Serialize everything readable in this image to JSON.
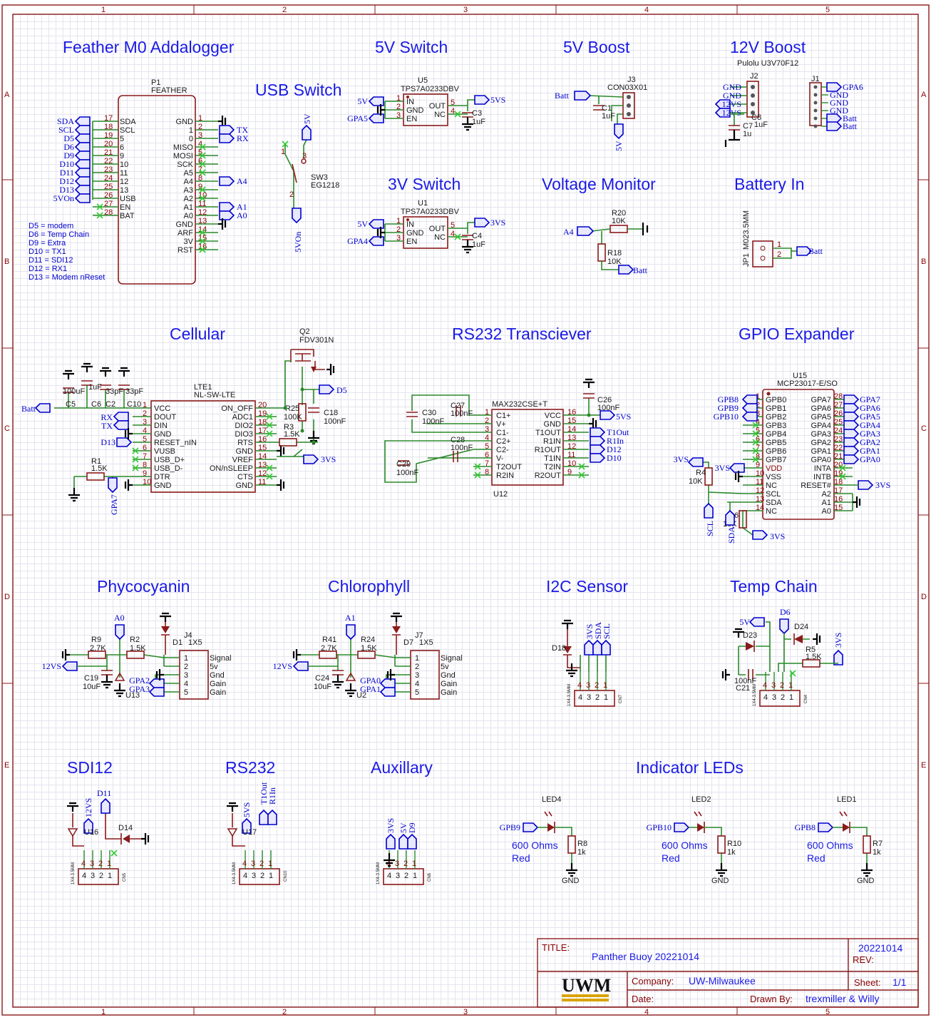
{
  "border": {
    "columns": [
      "1",
      "2",
      "3",
      "4",
      "5"
    ],
    "rows": [
      "A",
      "B",
      "C",
      "D",
      "E"
    ]
  },
  "sections": {
    "feather": "Feather M0 Addalogger",
    "usb_switch": "USB Switch",
    "sw5v": "5V Switch",
    "boost5v": "5V Boost",
    "boost12v": "12V Boost",
    "sw3v": "3V Switch",
    "vmon": "Voltage Monitor",
    "batt_in": "Battery In",
    "cellular": "Cellular",
    "rs232t": "RS232 Transciever",
    "gpio": "GPIO Expander",
    "phyco": "Phycocyanin",
    "chloro": "Chlorophyll",
    "i2c": "I2C Sensor",
    "temp": "Temp Chain",
    "sdi12": "SDI12",
    "rs232": "RS232",
    "aux": "Auxillary",
    "leds": "Indicator LEDs"
  },
  "feather": {
    "ref": "P1",
    "part": "FEATHER",
    "left_pins": [
      {
        "n": "17",
        "name": "SDA",
        "net": "SDA"
      },
      {
        "n": "18",
        "name": "SCL",
        "net": "SCL"
      },
      {
        "n": "19",
        "name": "5",
        "net": "D5"
      },
      {
        "n": "20",
        "name": "6",
        "net": "D6"
      },
      {
        "n": "21",
        "name": "9",
        "net": "D9"
      },
      {
        "n": "22",
        "name": "10",
        "net": "D10"
      },
      {
        "n": "23",
        "name": "11",
        "net": "D11"
      },
      {
        "n": "24",
        "name": "12",
        "net": "D12"
      },
      {
        "n": "25",
        "name": "13",
        "net": "D13"
      },
      {
        "n": "26",
        "name": "USB",
        "net": "5VOn"
      },
      {
        "n": "27",
        "name": "EN",
        "net": ""
      },
      {
        "n": "28",
        "name": "BAT",
        "net": ""
      }
    ],
    "right_pins": [
      {
        "n": "1",
        "name": "GND",
        "net": ""
      },
      {
        "n": "2",
        "name": "1",
        "net": "TX"
      },
      {
        "n": "3",
        "name": "0",
        "net": "RX"
      },
      {
        "n": "4",
        "name": "MISO",
        "net": ""
      },
      {
        "n": "5",
        "name": "MOSI",
        "net": ""
      },
      {
        "n": "6",
        "name": "SCK",
        "net": ""
      },
      {
        "n": "7",
        "name": "A5",
        "net": ""
      },
      {
        "n": "8",
        "name": "A4",
        "net": "A4"
      },
      {
        "n": "9",
        "name": "A3",
        "net": ""
      },
      {
        "n": "10",
        "name": "A2",
        "net": ""
      },
      {
        "n": "11",
        "name": "A1",
        "net": "A1"
      },
      {
        "n": "12",
        "name": "A0",
        "net": "A0"
      },
      {
        "n": "13",
        "name": "GND",
        "net": ""
      },
      {
        "n": "14",
        "name": "ARF",
        "net": ""
      },
      {
        "n": "15",
        "name": "3V",
        "net": ""
      },
      {
        "n": "16",
        "name": "RST",
        "net": ""
      }
    ],
    "notes": [
      "D5 = modem",
      "D6 = Temp Chain",
      "D9 = Extra",
      "D10 = TX1",
      "D11 = SDI12",
      "D12 = RX1",
      "D13 = Modem nReset"
    ]
  },
  "usb_switch": {
    "ref": "SW3",
    "part": "EG1218",
    "net_top": "5V",
    "net_bottom": "5VOn",
    "pins": [
      "1",
      "2",
      "3"
    ]
  },
  "sw5v": {
    "ref": "U5",
    "part": "TPS7A0233DBV",
    "pins_left": [
      {
        "n": "1",
        "name": "IN"
      },
      {
        "n": "2",
        "name": "GND"
      },
      {
        "n": "3",
        "name": "EN"
      }
    ],
    "pins_right": [
      {
        "n": "5",
        "name": "OUT"
      },
      {
        "n": "4",
        "name": "NC"
      }
    ],
    "in_net": "5V",
    "en_net": "GPA5",
    "out_net": "5VS",
    "cap_ref": "C3",
    "cap_val": "1uF"
  },
  "sw3v": {
    "ref": "U1",
    "part": "TPS7A0233DBV",
    "pins_left": [
      {
        "n": "1",
        "name": "IN"
      },
      {
        "n": "2",
        "name": "GND"
      },
      {
        "n": "3",
        "name": "EN"
      }
    ],
    "pins_right": [
      {
        "n": "5",
        "name": "OUT"
      },
      {
        "n": "4",
        "name": "NC"
      }
    ],
    "in_net": "5V",
    "en_net": "GPA4",
    "out_net": "3VS",
    "cap_ref": "C4",
    "cap_val": "1uF"
  },
  "boost5v": {
    "ref": "J3",
    "part": "CON03X01",
    "in_net": "Batt",
    "out_net": "5V",
    "cap_ref": "C1",
    "cap_val": "1uF",
    "pins": [
      "1",
      "2",
      "3"
    ]
  },
  "boost12v": {
    "subtitle": "Pulolu U3V70F12",
    "j2": {
      "ref": "J2",
      "nets": [
        "GND",
        "GND",
        "12VS",
        "12VS"
      ],
      "cap_ref": "C8",
      "cap_val": "1uF",
      "cap2_ref": "C7",
      "cap2_val": "1u"
    },
    "j1": {
      "ref": "J1",
      "nets": [
        "GPA6",
        "GND",
        "GND",
        "GND",
        "Batt",
        "Batt"
      ]
    }
  },
  "vmon": {
    "r_top_ref": "R20",
    "r_top_val": "10K",
    "r_bot_ref": "R18",
    "r_bot_val": "10K",
    "in_net": "A4",
    "bot_net": "Batt"
  },
  "batt_in": {
    "ref": "JP1",
    "part": "M023.5MM",
    "net": "Batt",
    "pins": [
      "1",
      "2"
    ]
  },
  "cellular": {
    "ref": "LTE1",
    "part": "NL-SW-LTE",
    "left_pins": [
      {
        "n": "1",
        "name": "VCC"
      },
      {
        "n": "2",
        "name": "DOUT"
      },
      {
        "n": "3",
        "name": "DIN"
      },
      {
        "n": "4",
        "name": "GND"
      },
      {
        "n": "5",
        "name": "RESET_nIN"
      },
      {
        "n": "6",
        "name": "VUSB"
      },
      {
        "n": "7",
        "name": "USB_D+"
      },
      {
        "n": "8",
        "name": "USB_D-"
      },
      {
        "n": "9",
        "name": "DTR"
      },
      {
        "n": "10",
        "name": "GND"
      }
    ],
    "right_pins": [
      {
        "n": "20",
        "name": "ON_OFF"
      },
      {
        "n": "19",
        "name": "ADC1"
      },
      {
        "n": "18",
        "name": "DIO2"
      },
      {
        "n": "17",
        "name": "DIO3"
      },
      {
        "n": "16",
        "name": "RTS"
      },
      {
        "n": "15",
        "name": "GND"
      },
      {
        "n": "14",
        "name": "VREF"
      },
      {
        "n": "13",
        "name": "ON/nSLEEP"
      },
      {
        "n": "12",
        "name": "CTS"
      },
      {
        "n": "11",
        "name": "GND"
      }
    ],
    "caps": [
      {
        "ref": "C5",
        "val": "100uF"
      },
      {
        "ref": "C6",
        "val": "1uF"
      },
      {
        "ref": "C2",
        "val": "33pF"
      },
      {
        "ref": "C10",
        "val": "33pF"
      },
      {
        "ref": "C18",
        "val": "100nF"
      }
    ],
    "resistors": [
      {
        "ref": "R1",
        "val": "1.5K"
      },
      {
        "ref": "R25",
        "val": "100K"
      },
      {
        "ref": "R3",
        "val": "1.5K"
      }
    ],
    "q": {
      "ref": "Q2",
      "part": "FDV301N"
    },
    "nets": {
      "batt": "Batt",
      "rx": "RX",
      "tx": "TX",
      "d13": "D13",
      "gpa7": "GPA7",
      "d5": "D5",
      "vs3": "3VS"
    }
  },
  "rs232t": {
    "ref": "U12",
    "part": "MAX232CSE+T",
    "left_pins": [
      {
        "n": "1",
        "name": "C1+"
      },
      {
        "n": "2",
        "name": "V+"
      },
      {
        "n": "3",
        "name": "C1-"
      },
      {
        "n": "4",
        "name": "C2+"
      },
      {
        "n": "5",
        "name": "C2-"
      },
      {
        "n": "6",
        "name": "V-"
      },
      {
        "n": "7",
        "name": "T2OUT"
      },
      {
        "n": "8",
        "name": "R2IN"
      }
    ],
    "right_pins": [
      {
        "n": "16",
        "name": "VCC"
      },
      {
        "n": "15",
        "name": "GND"
      },
      {
        "n": "14",
        "name": "T1OUT"
      },
      {
        "n": "13",
        "name": "R1IN"
      },
      {
        "n": "12",
        "name": "R1OUT"
      },
      {
        "n": "11",
        "name": "T1IN"
      },
      {
        "n": "10",
        "name": "T2IN"
      },
      {
        "n": "9",
        "name": "R2OUT"
      }
    ],
    "caps": [
      {
        "ref": "C27",
        "val": "100nF"
      },
      {
        "ref": "C30",
        "val": "100nF"
      },
      {
        "ref": "C28",
        "val": "100nF"
      },
      {
        "ref": "C29",
        "val": "100nF"
      },
      {
        "ref": "C26",
        "val": "100nF"
      }
    ],
    "nets": [
      "5VS",
      "T1Out",
      "R1In",
      "D12",
      "D10"
    ]
  },
  "gpio": {
    "ref": "U15",
    "part": "MCP23017-E/SO",
    "left_pins": [
      {
        "n": "1",
        "name": "GPB0",
        "net": "GPB8"
      },
      {
        "n": "2",
        "name": "GPB1",
        "net": "GPB9"
      },
      {
        "n": "3",
        "name": "GPB2",
        "net": "GPB10"
      },
      {
        "n": "4",
        "name": "GPB3",
        "net": ""
      },
      {
        "n": "5",
        "name": "GPB4",
        "net": ""
      },
      {
        "n": "6",
        "name": "GPB5",
        "net": ""
      },
      {
        "n": "7",
        "name": "GPB6",
        "net": ""
      },
      {
        "n": "8",
        "name": "GPB7",
        "net": ""
      },
      {
        "n": "9",
        "name": "VDD",
        "net": "3VS"
      },
      {
        "n": "10",
        "name": "VSS",
        "net": ""
      },
      {
        "n": "11",
        "name": "NC",
        "net": ""
      },
      {
        "n": "12",
        "name": "SCL",
        "net": ""
      },
      {
        "n": "13",
        "name": "SDA",
        "net": ""
      },
      {
        "n": "14",
        "name": "NC",
        "net": ""
      }
    ],
    "right_pins": [
      {
        "n": "28",
        "name": "GPA7",
        "net": "GPA7"
      },
      {
        "n": "27",
        "name": "GPA6",
        "net": "GPA6"
      },
      {
        "n": "26",
        "name": "GPA5",
        "net": "GPA5"
      },
      {
        "n": "25",
        "name": "GPA4",
        "net": "GPA4"
      },
      {
        "n": "24",
        "name": "GPA3",
        "net": "GPA3"
      },
      {
        "n": "23",
        "name": "GPA2",
        "net": "GPA2"
      },
      {
        "n": "22",
        "name": "GPA1",
        "net": "GPA1"
      },
      {
        "n": "21",
        "name": "GPA0",
        "net": "GPA0"
      },
      {
        "n": "20",
        "name": "INTA",
        "net": ""
      },
      {
        "n": "19",
        "name": "INTB",
        "net": ""
      },
      {
        "n": "18",
        "name": "RESET#",
        "net": "3VS"
      },
      {
        "n": "17",
        "name": "A2",
        "net": ""
      },
      {
        "n": "16",
        "name": "A1",
        "net": ""
      },
      {
        "n": "15",
        "name": "A0",
        "net": ""
      }
    ],
    "resistors": [
      {
        "ref": "R4",
        "val": "10K"
      },
      {
        "ref": "R6",
        "val": "10K"
      }
    ],
    "nets": {
      "vs3": "3VS",
      "scl": "SCL",
      "sda": "SDA"
    }
  },
  "phyco": {
    "j": {
      "ref": "J4",
      "part": "1X5",
      "pins": [
        "1",
        "2",
        "3",
        "4",
        "5"
      ],
      "labels": [
        "Signal",
        "5v",
        "Gnd",
        "Gain",
        "Gain"
      ]
    },
    "r9": {
      "ref": "R9",
      "val": "2.7K"
    },
    "r2": {
      "ref": "R2",
      "val": "1.5K"
    },
    "d": "D1",
    "c": {
      "ref": "C19",
      "val": "10uF"
    },
    "u": "U13",
    "nets": {
      "a": "A0",
      "vs": "12VS",
      "g1": "GPA2",
      "g2": "GPA3"
    }
  },
  "chloro": {
    "j": {
      "ref": "J7",
      "part": "1X5",
      "pins": [
        "1",
        "2",
        "3",
        "4",
        "5"
      ],
      "labels": [
        "Signal",
        "5v",
        "Gnd",
        "Gain",
        "Gain"
      ]
    },
    "r41": {
      "ref": "R41",
      "val": "2.7K"
    },
    "r24": {
      "ref": "R24",
      "val": "1.5K"
    },
    "d": "D7",
    "c": {
      "ref": "C24",
      "val": "10uF"
    },
    "u": "U2",
    "nets": {
      "a": "A1",
      "vs": "12VS",
      "g1": "GPA0",
      "g2": "GPA1"
    }
  },
  "i2c": {
    "d": "D18",
    "nets": [
      "3VS",
      "SDA",
      "SCL"
    ],
    "conn_pins": [
      "4",
      "3",
      "2",
      "1"
    ],
    "conn_label": "1X4-3.5MM",
    "conn_ref": "CN7"
  },
  "temp": {
    "nets": {
      "v5": "5V",
      "d6": "D6",
      "vs3": "3VS"
    },
    "d23": "D23",
    "d24": "D24",
    "r": {
      "ref": "R5",
      "val": "1.5K"
    },
    "c": {
      "ref": "C21",
      "val": "100nF"
    },
    "conn_pins": [
      "4",
      "3",
      "2",
      "1"
    ],
    "conn_label": "1X4-3.5MM",
    "conn_ref": "CN4"
  },
  "sdi12": {
    "nets": [
      "12VS",
      "D11"
    ],
    "d": "D14",
    "u": "U16",
    "conn_pins": [
      "4",
      "3",
      "2",
      "1"
    ],
    "conn_label": "1X4-3.5MM",
    "conn_ref": "CN5"
  },
  "rs232": {
    "nets": [
      "5VS",
      "T1Out",
      "R1In"
    ],
    "u": "U17",
    "conn_pins": [
      "4",
      "3",
      "2",
      "1"
    ],
    "conn_label": "1X4-3.5MM",
    "conn_ref": "CN10"
  },
  "aux": {
    "nets": [
      "3VS",
      "5V",
      "D9"
    ],
    "conn_pins": [
      "4",
      "3",
      "2",
      "1"
    ],
    "conn_label": "1X4-3.5MM",
    "conn_ref": "CN6"
  },
  "leds": [
    {
      "led": "LED4",
      "net": "GPB9",
      "r": "R8",
      "rval": "1k",
      "note1": "600 Ohms",
      "note2": "Red",
      "gnd": "GND"
    },
    {
      "led": "LED2",
      "net": "GPB10",
      "r": "R10",
      "rval": "1k",
      "note1": "600 Ohms",
      "note2": "Red",
      "gnd": "GND"
    },
    {
      "led": "LED1",
      "net": "GPB8",
      "r": "R7",
      "rval": "1k",
      "note1": "600 Ohms",
      "note2": "Red",
      "gnd": "GND"
    }
  ],
  "title_block": {
    "title_label": "TITLE:",
    "title": "Panther Buoy 20221014",
    "rev_value": "20221014",
    "rev_label": "REV:",
    "logo": "UWM",
    "company_label": "Company:",
    "company": "UW-Milwaukee",
    "sheet_label": "Sheet:",
    "sheet": "1/1",
    "date_label": "Date:",
    "drawn_label": "Drawn By:",
    "drawn": "trexmiller & Willy"
  }
}
